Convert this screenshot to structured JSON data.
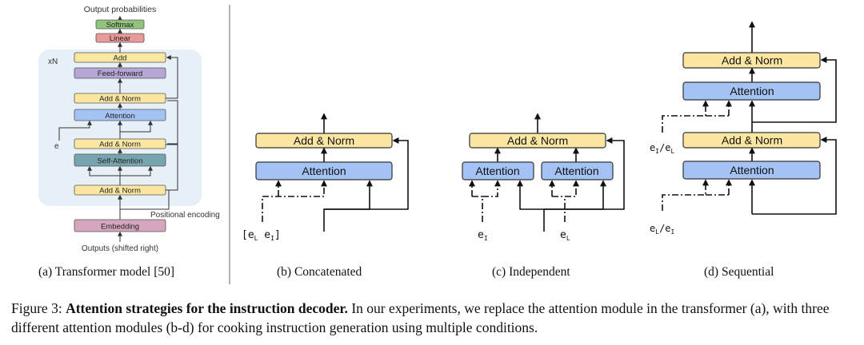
{
  "panel_a": {
    "top_label": "Output probabilities",
    "bottom_label": "Outputs (shifted right)",
    "xn_label": "xN",
    "e_label": "e",
    "pos_enc_label": "Positional encoding",
    "blocks": {
      "softmax": "Softmax",
      "linear": "Linear",
      "add": "Add",
      "feed_forward": "Feed-forward",
      "add_norm_top": "Add & Norm",
      "attention": "Attention",
      "add_norm_mid": "Add & Norm",
      "self_attention": "Self-Attention",
      "add_norm_bottom": "Add & Norm",
      "embedding": "Embedding"
    },
    "caption": "(a) Transformer model [50]"
  },
  "panel_b": {
    "add_norm": "Add & Norm",
    "attention": "Attention",
    "input_label": "[e",
    "sub_l": "L",
    "mid": " e",
    "sub_i": "I",
    "close": "]",
    "caption": "(b) Concatenated"
  },
  "panel_c": {
    "add_norm": "Add & Norm",
    "attention_left": "Attention",
    "attention_right": "Attention",
    "e": "e",
    "sub_i": "I",
    "sub_l": "L",
    "caption": "(c) Independent"
  },
  "panel_d": {
    "add_norm_top": "Add & Norm",
    "attention_top": "Attention",
    "add_norm_bottom": "Add & Norm",
    "attention_bottom": "Attention",
    "label_top": "e",
    "label_top_sub1": "I",
    "label_top_mid": "/e",
    "label_top_sub2": "L",
    "label_bottom": "e",
    "label_bottom_sub1": "L",
    "label_bottom_mid": "/e",
    "label_bottom_sub2": "I",
    "caption": "(d) Sequential"
  },
  "figure_caption": {
    "prefix": "Figure 3: ",
    "bold": "Attention strategies for the instruction decoder.",
    "rest": " In our experiments, we replace the attention module in the transformer (a), with three different attention modules (b-d) for cooking instruction generation using multiple conditions."
  },
  "colors": {
    "yellow": "#fbe7a1",
    "blue": "#a4c2f4",
    "purple": "#b4a7d6",
    "teal": "#76a5af",
    "green": "#93c47d",
    "red": "#ea9999",
    "pink": "#d5a6bd",
    "panel_bg": "#e8f0f8"
  }
}
